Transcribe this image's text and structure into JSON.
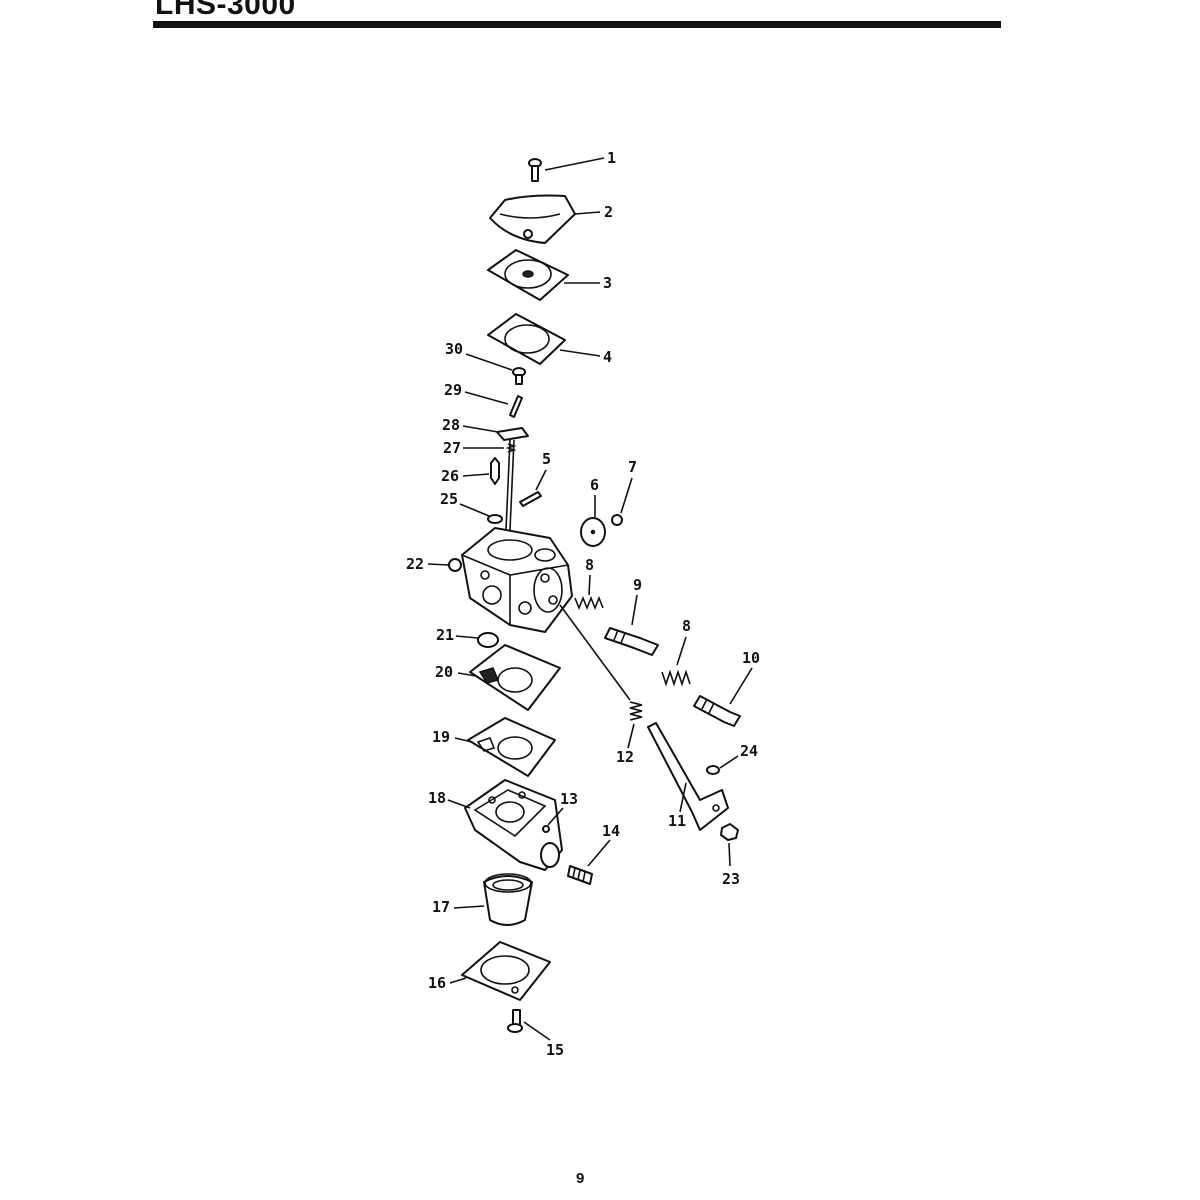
{
  "header": {
    "model": "LHS-3000"
  },
  "page_number": "9",
  "callouts": {
    "c1": "1",
    "c2": "2",
    "c3": "3",
    "c4": "4",
    "c5": "5",
    "c6": "6",
    "c7": "7",
    "c8a": "8",
    "c8b": "8",
    "c9": "9",
    "c10": "10",
    "c11": "11",
    "c12": "12",
    "c13": "13",
    "c14": "14",
    "c15": "15",
    "c16": "16",
    "c17": "17",
    "c18": "18",
    "c19": "19",
    "c20": "20",
    "c21": "21",
    "c22": "22",
    "c23": "23",
    "c24": "24",
    "c25": "25",
    "c26": "26",
    "c27": "27",
    "c28": "28",
    "c29": "29",
    "c30": "30"
  }
}
